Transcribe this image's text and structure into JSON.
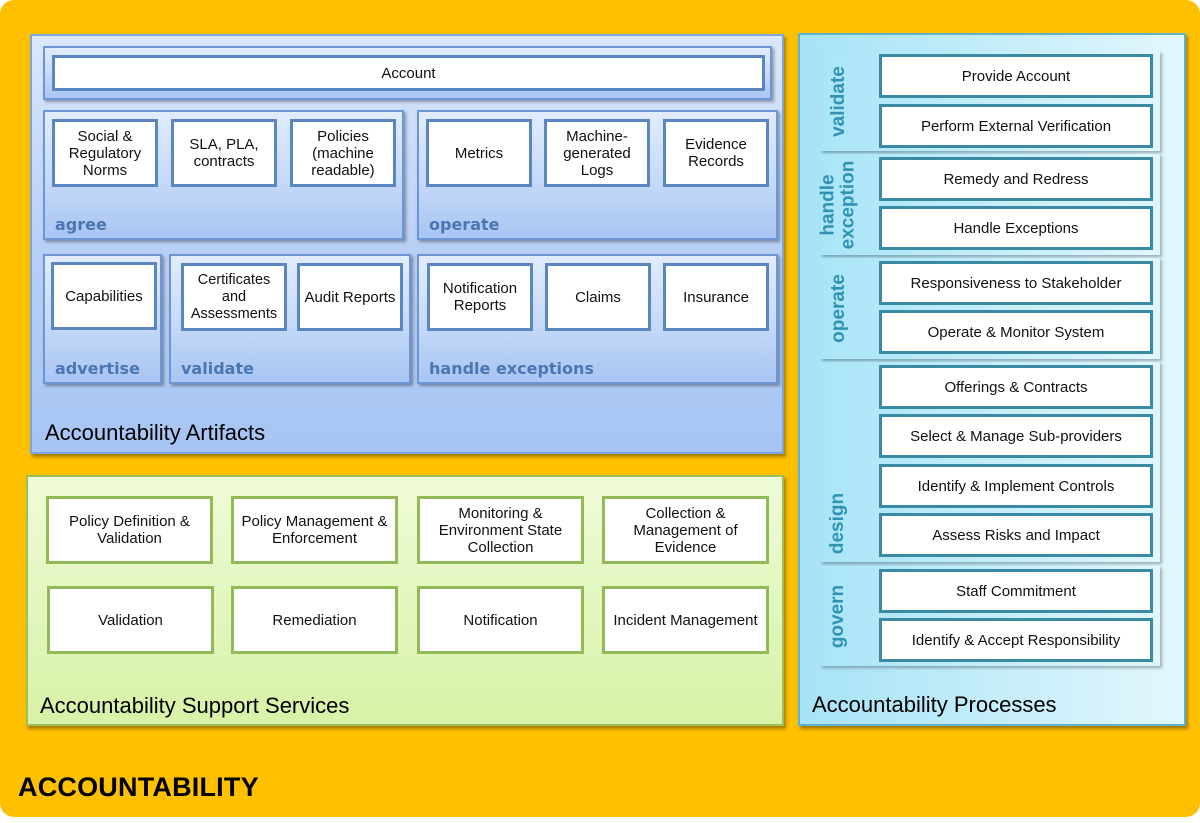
{
  "title": "ACCOUNTABILITY",
  "artifacts": {
    "title": "Accountability Artifacts",
    "account": "Account",
    "groups": {
      "agree": {
        "label": "agree",
        "items": [
          "Social & Regulatory Norms",
          "SLA, PLA, contracts",
          "Policies (machine readable)"
        ]
      },
      "operate": {
        "label": "operate",
        "items": [
          "Metrics",
          "Machine-generated Logs",
          "Evidence Records"
        ]
      },
      "advertise": {
        "label": "advertise",
        "items": [
          "Capabilities"
        ]
      },
      "validate": {
        "label": "validate",
        "items": [
          "Certificates and Assessments",
          "Audit Reports"
        ]
      },
      "handle_exceptions": {
        "label": "handle exceptions",
        "items": [
          "Notification Reports",
          "Claims",
          "Insurance"
        ]
      }
    }
  },
  "support": {
    "title": "Accountability Support Services",
    "items": [
      "Policy Definition & Validation",
      "Policy Management & Enforcement",
      "Monitoring & Environment State Collection",
      "Collection & Management of Evidence",
      "Validation",
      "Remediation",
      "Notification",
      "Incident Management"
    ]
  },
  "processes": {
    "title": "Accountability Processes",
    "groups": [
      {
        "label": "validate",
        "items": [
          "Provide Account",
          "Perform External Verification"
        ]
      },
      {
        "label": "handle exception",
        "items": [
          "Remedy and Redress",
          "Handle Exceptions"
        ]
      },
      {
        "label": "operate",
        "items": [
          "Responsiveness to Stakeholder",
          "Operate & Monitor System"
        ]
      },
      {
        "label": "design",
        "items": [
          "Offerings & Contracts",
          "Select & Manage Sub-providers",
          "Identify & Implement Controls",
          "Assess Risks and Impact"
        ]
      },
      {
        "label": "govern",
        "items": [
          "Staff Commitment",
          "Identify & Accept Responsibility"
        ]
      }
    ]
  },
  "colors": {
    "outer": "#ffc000",
    "artifacts_border": "#5a86c2",
    "support_border": "#92bb57",
    "process_border": "#3a8aa3",
    "group_label_blue": "#4a76b3",
    "process_label": "#2f93b3"
  }
}
